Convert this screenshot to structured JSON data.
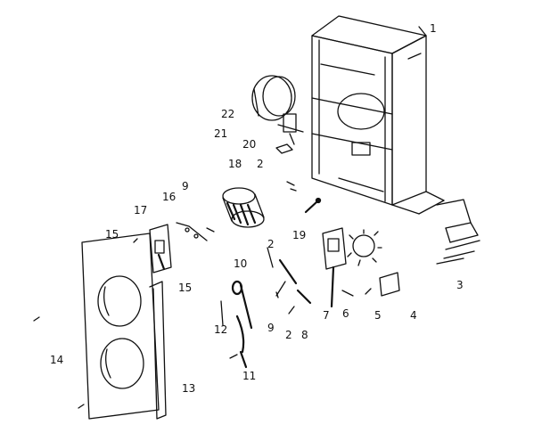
{
  "callouts": {
    "c1": "1",
    "c2a": "2",
    "c2b": "2",
    "c2c": "2",
    "c3": "3",
    "c4": "4",
    "c5": "5",
    "c6": "6",
    "c7": "7",
    "c8": "8",
    "c9a": "9",
    "c9b": "9",
    "c10": "10",
    "c11": "11",
    "c12": "12",
    "c13": "13",
    "c14": "14",
    "c15a": "15",
    "c15b": "15",
    "c16": "16",
    "c17": "17",
    "c18": "18",
    "c19": "19",
    "c20": "20",
    "c21": "21",
    "c22": "22"
  }
}
